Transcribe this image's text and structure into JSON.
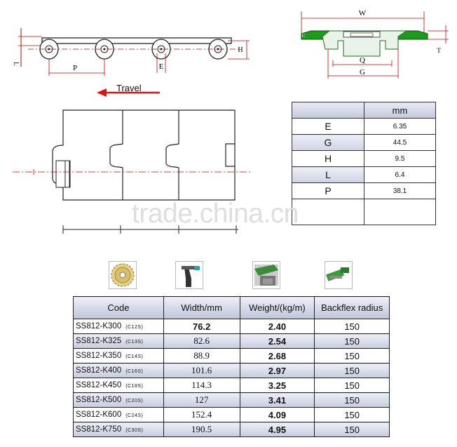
{
  "side_view": {
    "pitch_label": "P",
    "dia_label": "E",
    "height_label": "H",
    "l_label": "L"
  },
  "travel": {
    "label": "Travel"
  },
  "end_view": {
    "w_label": "W",
    "q_label": "Q",
    "g_label": "G",
    "t_label": "T",
    "c_label": "C"
  },
  "watermark": "trade.china.cn",
  "dimensions": {
    "unit": "mm",
    "rows": [
      {
        "label": "E",
        "value": "6.35"
      },
      {
        "label": "G",
        "value": "44.5"
      },
      {
        "label": "H",
        "value": "9.5"
      },
      {
        "label": "L",
        "value": "6.4"
      },
      {
        "label": "P",
        "value": "38.1"
      }
    ]
  },
  "icons": [
    "sprocket-icon",
    "backflex-icon",
    "chain-on-sprocket-icon",
    "side-flex-icon"
  ],
  "spec_table": {
    "headers": {
      "code": "Code",
      "width": "Width/mm",
      "weight": "Weight/(kg/m)",
      "backflex": "Backflex radius"
    },
    "rows": [
      {
        "code": "SS812-K300",
        "sub": "(C12S)",
        "width": "76.2",
        "weight": "2.40",
        "backflex": "150"
      },
      {
        "code": "SS812-K325",
        "sub": "(C13S)",
        "width": "82.6",
        "weight": "2.54",
        "backflex": "150"
      },
      {
        "code": "SS812-K350",
        "sub": "(C14S)",
        "width": "88.9",
        "weight": "2.68",
        "backflex": "150"
      },
      {
        "code": "SS812-K400",
        "sub": "(C16S)",
        "width": "101.6",
        "weight": "2.97",
        "backflex": "150"
      },
      {
        "code": "SS812-K450",
        "sub": "(C18S)",
        "width": "114.3",
        "weight": "3.25",
        "backflex": "150"
      },
      {
        "code": "SS812-K500",
        "sub": "(C20S)",
        "width": "127",
        "weight": "3.41",
        "backflex": "150"
      },
      {
        "code": "SS812-K600",
        "sub": "(C24S)",
        "width": "152.4",
        "weight": "4.09",
        "backflex": "150"
      },
      {
        "code": "SS812-K750",
        "sub": "(C30S)",
        "width": "190.5",
        "weight": "4.95",
        "backflex": "150"
      }
    ]
  }
}
